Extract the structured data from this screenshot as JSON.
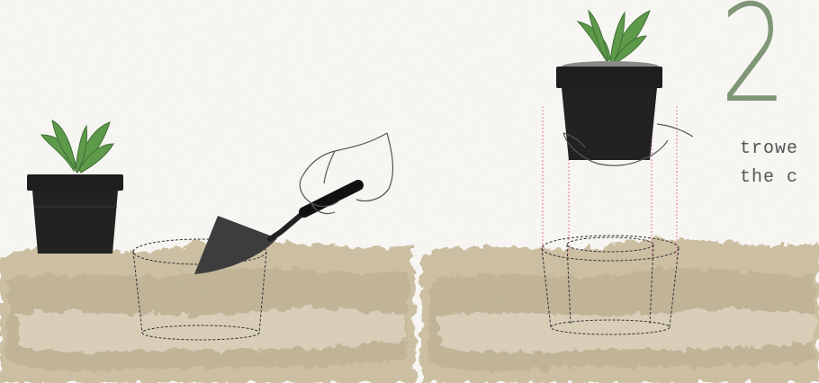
{
  "step": {
    "number": "2",
    "caption_lines": [
      "trowe",
      "the c"
    ]
  },
  "colors": {
    "background": "#fbfaf6",
    "soil": "#cdbfa0",
    "soil_dark": "#a8987a",
    "pot": "#1e1e1e",
    "leaf": "#5d9a4a",
    "guide_line": "#e8759e",
    "step_number": "#7f9677"
  },
  "icons": [
    "potted-plant-icon",
    "trowel-icon",
    "hand-icon",
    "dashed-hole-outline-icon"
  ]
}
